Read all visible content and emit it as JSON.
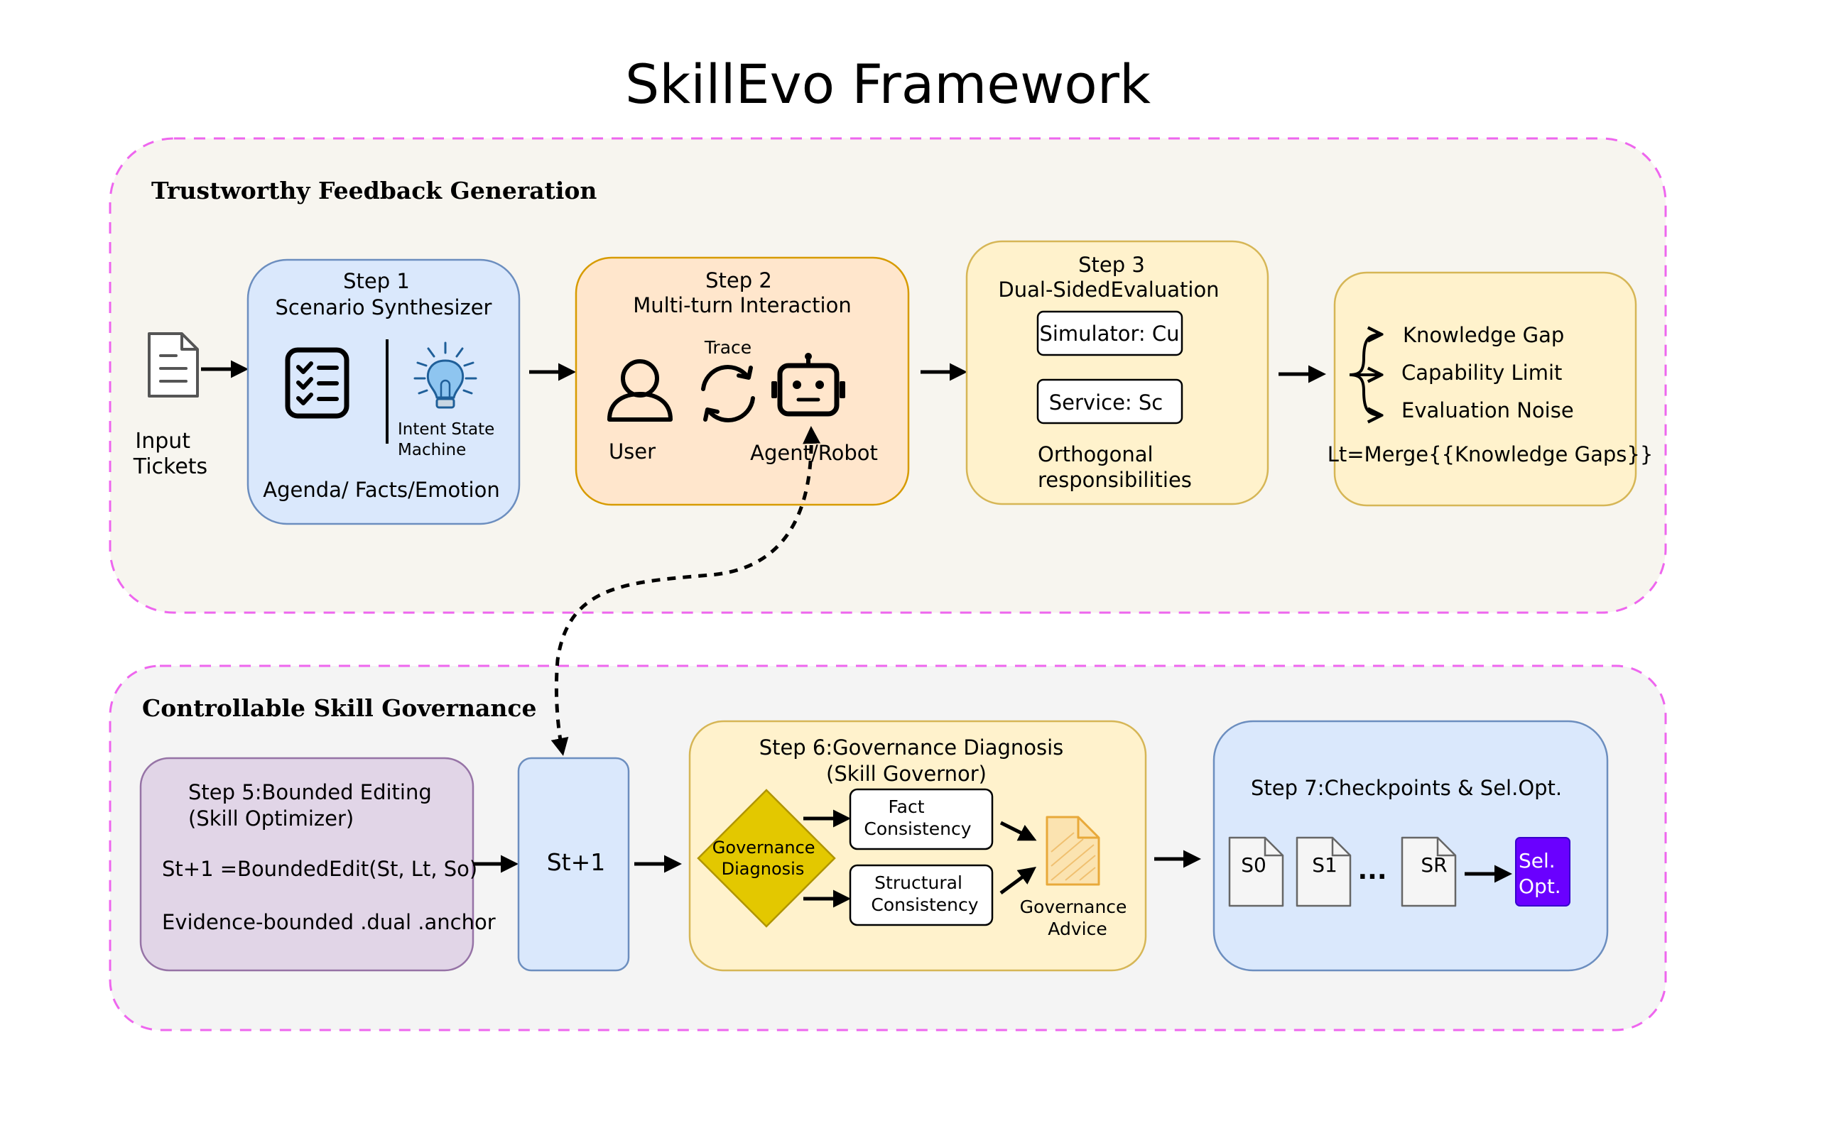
{
  "title": "SkillEvo Framework",
  "section_top": {
    "title": "Trustworthy Feedback Generation",
    "input": {
      "line1": "Input",
      "line2": "Tickets"
    },
    "step1": {
      "line1": "Step 1",
      "line2": "Scenario Synthesizer",
      "intent_line1": "Intent State",
      "intent_line2": "Machine",
      "footer": "Agenda/ Facts/Emotion"
    },
    "step2": {
      "line1": "Step 2",
      "line2": "Multi-turn Interaction",
      "trace": "Trace",
      "user": "User",
      "agent": "Agent/Robot"
    },
    "step3": {
      "line1": "Step 3",
      "line2": "Dual-SidedEvaluation",
      "simulator": "Simulator: Cu",
      "service": "Service: Sc",
      "note_line1": "Orthogonal",
      "note_line2": "responsibilities"
    },
    "step4": {
      "items": [
        "Knowledge Gap",
        "Capability Limit",
        "Evaluation Noise"
      ],
      "formula": "Lt=Merge{{Knowledge Gaps}}"
    }
  },
  "section_bottom": {
    "title": "Controllable Skill Governance",
    "step5": {
      "line1": "Step 5:Bounded Editing",
      "line2": "(Skill Optimizer)",
      "formula": "St+1 =BoundedEdit(St, Lt, So)",
      "note": "Evidence-bounded .dual .anchor"
    },
    "state": "St+1",
    "step6": {
      "line1": "Step 6:Governance Diagnosis",
      "line2": "(Skill Governor)",
      "diamond_line1": "Governance",
      "diamond_line2": "Diagnosis",
      "fact_line1": "Fact",
      "fact_line2": "Consistency",
      "struct_line1": "Structural",
      "struct_line2": "Consistency",
      "advice_line1": "Governance",
      "advice_line2": "Advice"
    },
    "step7": {
      "title": "Step 7:Checkpoints & Sel.Opt.",
      "docs": [
        "S0",
        "S1",
        "SR"
      ],
      "ellipsis": "...",
      "sel_line1": "Sel.",
      "sel_line2": "Opt."
    }
  },
  "colors": {
    "dashed_border": "#ee66ee",
    "top_panel": "#f7f5ef",
    "bottom_panel": "#f4f4f4",
    "blue_fill": "#dae8fc",
    "blue_stroke": "#6c8ebf",
    "orange_fill": "#ffe6cc",
    "orange_stroke": "#d79b00",
    "yellow_fill": "#fff2cc",
    "yellow_stroke": "#d6b656",
    "purple_fill": "#e1d5e7",
    "purple_stroke": "#9673a6",
    "diamond_fill": "#e3c800",
    "sel_fill": "#6a00ff"
  },
  "icons": [
    "document-icon",
    "checklist-icon",
    "lightbulb-icon",
    "user-icon",
    "refresh-icon",
    "robot-icon",
    "advice-document-icon"
  ]
}
